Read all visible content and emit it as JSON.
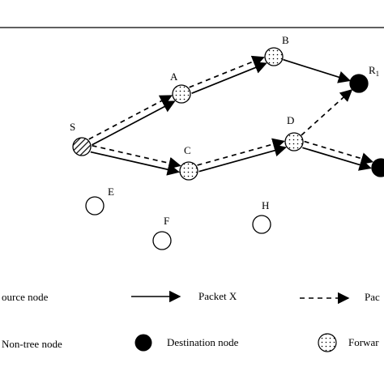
{
  "diagram": {
    "nodes": [
      {
        "id": "S",
        "label": "S",
        "kind": "source"
      },
      {
        "id": "A",
        "label": "A",
        "kind": "forwarding"
      },
      {
        "id": "B",
        "label": "B",
        "kind": "forwarding"
      },
      {
        "id": "C",
        "label": "C",
        "kind": "forwarding"
      },
      {
        "id": "D",
        "label": "D",
        "kind": "forwarding"
      },
      {
        "id": "R1",
        "label": "R",
        "sub": "1",
        "kind": "destination"
      },
      {
        "id": "R2",
        "label": "",
        "kind": "destination"
      },
      {
        "id": "E",
        "label": "E",
        "kind": "non-tree"
      },
      {
        "id": "F",
        "label": "F",
        "kind": "non-tree"
      },
      {
        "id": "H",
        "label": "H",
        "kind": "non-tree"
      }
    ],
    "edges": [
      {
        "from": "S",
        "to": "A",
        "packet": "X"
      },
      {
        "from": "A",
        "to": "B",
        "packet": "X"
      },
      {
        "from": "B",
        "to": "R1",
        "packet": "X"
      },
      {
        "from": "S",
        "to": "C",
        "packet": "X"
      },
      {
        "from": "C",
        "to": "D",
        "packet": "X"
      },
      {
        "from": "D",
        "to": "R2",
        "packet": "X"
      },
      {
        "from": "S",
        "to": "A",
        "packet": "Y"
      },
      {
        "from": "A",
        "to": "B",
        "packet": "Y"
      },
      {
        "from": "S",
        "to": "C",
        "packet": "Y"
      },
      {
        "from": "C",
        "to": "D",
        "packet": "Y"
      },
      {
        "from": "D",
        "to": "R1",
        "packet": "Y"
      },
      {
        "from": "D",
        "to": "R2",
        "packet": "Y"
      }
    ]
  },
  "legend": {
    "source_node": "ource node",
    "packet_x": "Packet X",
    "packet_y": "Pac",
    "non_tree_node": "Non-tree  node",
    "destination_node": "Destination node",
    "forwarding_node": "Forwar"
  }
}
